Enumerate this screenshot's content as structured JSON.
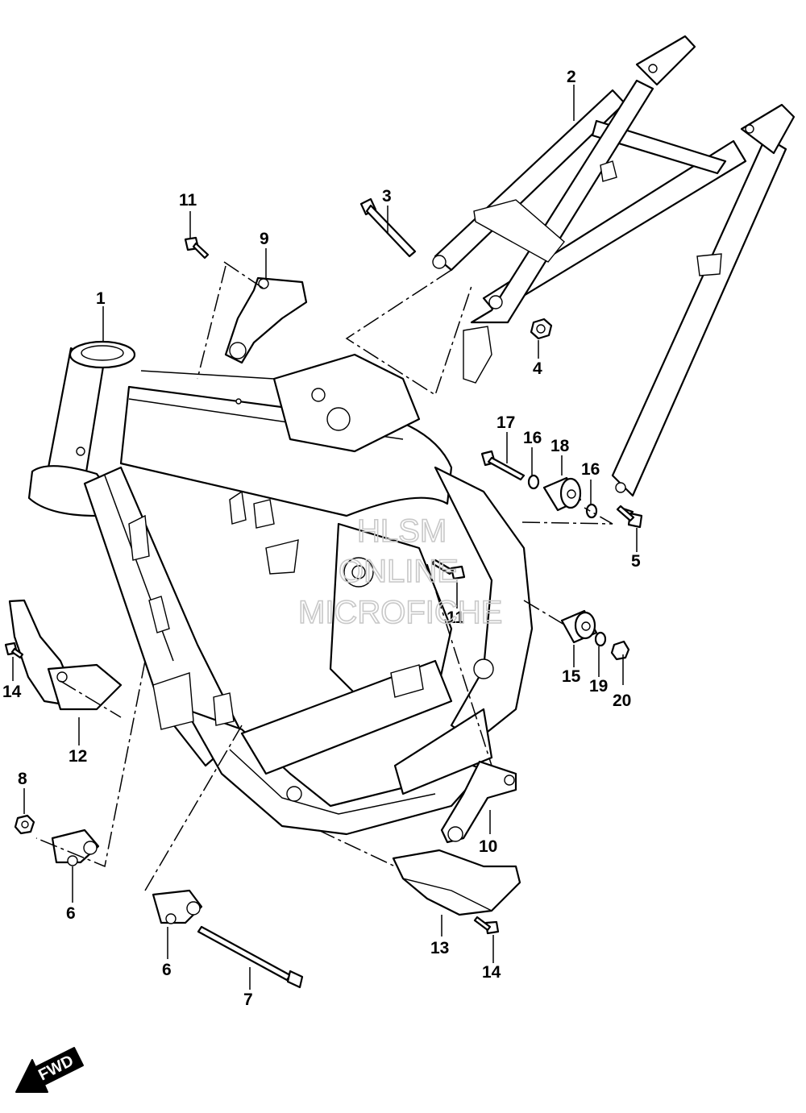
{
  "callouts": [
    {
      "n": "1"
    },
    {
      "n": "2"
    },
    {
      "n": "3"
    },
    {
      "n": "4"
    },
    {
      "n": "5"
    },
    {
      "n": "6"
    },
    {
      "n": "6"
    },
    {
      "n": "7"
    },
    {
      "n": "8"
    },
    {
      "n": "9"
    },
    {
      "n": "10"
    },
    {
      "n": "11"
    },
    {
      "n": "11"
    },
    {
      "n": "12"
    },
    {
      "n": "13"
    },
    {
      "n": "14"
    },
    {
      "n": "14"
    },
    {
      "n": "15"
    },
    {
      "n": "16"
    },
    {
      "n": "16"
    },
    {
      "n": "17"
    },
    {
      "n": "18"
    },
    {
      "n": "19"
    },
    {
      "n": "20"
    }
  ],
  "watermark": {
    "line1": "HLSM",
    "line2": "ONLINE",
    "line3": "MICROFICHE"
  },
  "fwd_label": "FWD",
  "colors": {
    "ink": "#000000",
    "paper": "#ffffff",
    "watermark": "#c8c8c8"
  }
}
